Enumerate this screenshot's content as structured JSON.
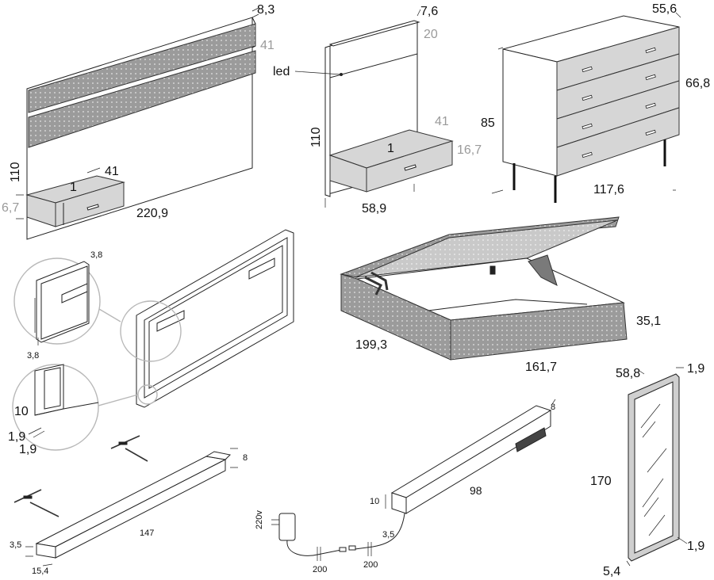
{
  "headboard": {
    "thickness": "8,3",
    "panel_height": "41",
    "height": "110",
    "width": "220,9",
    "table": {
      "number": "1",
      "depth": "41",
      "height": "6,7"
    }
  },
  "tv_unit": {
    "thickness": "7,6",
    "panel_height": "20",
    "led_label": "led",
    "height": "110",
    "drawer": {
      "number": "1",
      "depth": "41",
      "height": "16,7"
    },
    "width": "58,9"
  },
  "chest": {
    "depth": "55,6",
    "body_height": "66,8",
    "total_height": "85",
    "width": "117,6"
  },
  "panel_detail": {
    "top_dim": "3,8",
    "side_dim": "3,8",
    "edge_dim": "10",
    "gap_dim_a": "1,9",
    "gap_dim_b": "1,9"
  },
  "storage_bed": {
    "length": "199,3",
    "width": "161,7",
    "height": "35,1"
  },
  "mirror": {
    "width": "58,8",
    "top_frame": "1,9",
    "height": "170",
    "bottom_frame": "1,9",
    "depth": "5,4"
  },
  "shelf_147": {
    "depth": "8",
    "length": "147",
    "height": "3,5",
    "width": "15,4"
  },
  "led_shelf": {
    "depth": "8",
    "length": "98",
    "height": "10",
    "lip": "3,5",
    "voltage": "220v",
    "cable_a": "200",
    "cable_b": "200"
  }
}
